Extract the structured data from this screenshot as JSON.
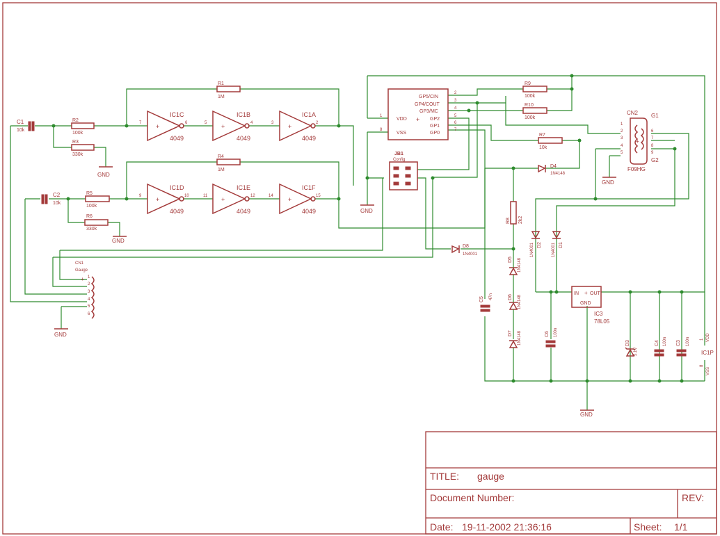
{
  "title_block": {
    "title_label": "TITLE:",
    "title_value": "gauge",
    "docnum_label": "Document Number:",
    "rev_label": "REV:",
    "date_label": "Date:",
    "date_value": "19-11-2002 21:36:16",
    "sheet_label": "Sheet:",
    "sheet_value": "1/1"
  },
  "parts": {
    "c1": {
      "name": "C1",
      "value": "10k"
    },
    "c2": {
      "name": "C2",
      "value": "10k"
    },
    "r1": {
      "name": "R1",
      "value": "1M"
    },
    "r2": {
      "name": "R2",
      "value": "100k"
    },
    "r3": {
      "name": "R3",
      "value": "330k"
    },
    "r4": {
      "name": "R4",
      "value": "1M"
    },
    "r5": {
      "name": "R5",
      "value": "100k"
    },
    "r6": {
      "name": "R6",
      "value": "330k"
    },
    "r7": {
      "name": "R7",
      "value": "10k"
    },
    "r8": {
      "name": "R8",
      "value": "2k2"
    },
    "r9": {
      "name": "R9",
      "value": "100k"
    },
    "r10": {
      "name": "R10",
      "value": "100k"
    },
    "ic1a": {
      "name": "IC1A",
      "value": "4049"
    },
    "ic1b": {
      "name": "IC1B",
      "value": "4049"
    },
    "ic1c": {
      "name": "IC1C",
      "value": "4049"
    },
    "ic1d": {
      "name": "IC1D",
      "value": "4049"
    },
    "ic1e": {
      "name": "IC1E",
      "value": "4049"
    },
    "ic1f": {
      "name": "IC1F",
      "value": "4049"
    },
    "ic2": {
      "pins": [
        "GP5/CIN",
        "GP4/COUT",
        "GP3/MC",
        "GP2",
        "GP1",
        "GP0"
      ],
      "vdd": "VDD",
      "vss": "VSS"
    },
    "jb1": {
      "name": "JB1",
      "value": "Config"
    },
    "cn1": {
      "name": "CN1",
      "value": "Gauge"
    },
    "cn2": {
      "name": "CN2",
      "value": "F09HG",
      "g1": "G1",
      "g2": "G2"
    },
    "ic3": {
      "name": "IC3",
      "value": "78L05",
      "in": "IN",
      "out": "OUT",
      "gnd": "GND"
    },
    "d1": {
      "name": "D1",
      "value": "1N4001"
    },
    "d2": {
      "name": "D2",
      "value": "1N4001"
    },
    "d3": {
      "name": "D3",
      "value": "5.1V"
    },
    "d4": {
      "name": "D4",
      "value": "1N4148"
    },
    "d5": {
      "name": "D5",
      "value": "1N4148"
    },
    "d6": {
      "name": "D6",
      "value": "1N4148"
    },
    "d7": {
      "name": "D7",
      "value": "1N4148"
    },
    "d8": {
      "name": "D8",
      "value": "1N4001"
    },
    "c3": {
      "name": "C3",
      "value": "100n"
    },
    "c4": {
      "name": "C4",
      "value": "100n"
    },
    "c5": {
      "name": "C5",
      "value": "47n"
    },
    "c6": {
      "name": "C6",
      "value": "100n"
    },
    "ic1p": {
      "name": "IC1P",
      "vdd": "VDD",
      "vss": "VSS"
    }
  },
  "gnd_label": "GND"
}
